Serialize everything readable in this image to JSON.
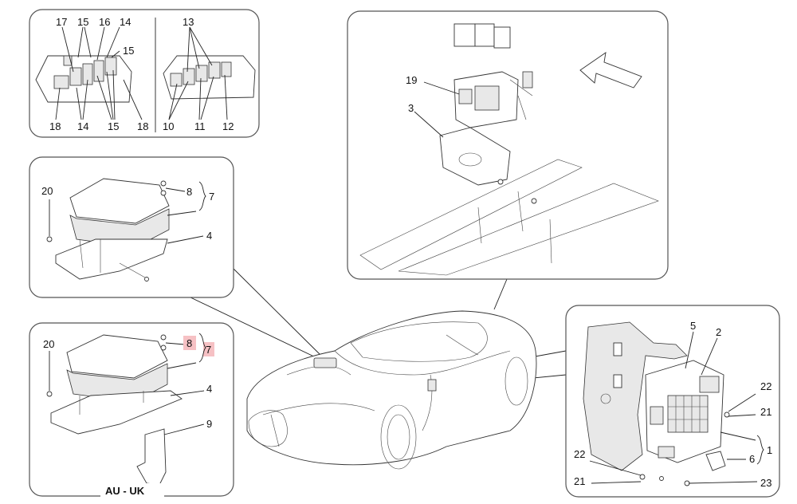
{
  "diagram": {
    "panel_top_left": {
      "left_group_labels": [
        "17",
        "15",
        "16",
        "14",
        "15",
        "18",
        "14",
        "15",
        "18"
      ],
      "right_group_labels": [
        "13",
        "10",
        "11",
        "12"
      ]
    },
    "panel_mid_left": {
      "labels": [
        "20",
        "8",
        "7",
        "4"
      ]
    },
    "panel_bottom_left": {
      "labels": [
        "20",
        "8",
        "7",
        "4",
        "9"
      ],
      "highlighted": [
        "8",
        "7"
      ],
      "caption": "AU - UK"
    },
    "panel_top_right": {
      "labels": [
        "19",
        "3"
      ]
    },
    "panel_bottom_right": {
      "labels": [
        "5",
        "2",
        "22",
        "21",
        "1",
        "6",
        "22",
        "21",
        "23"
      ]
    }
  }
}
